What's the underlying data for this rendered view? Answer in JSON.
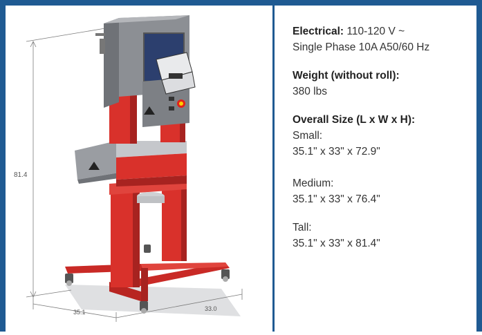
{
  "illustration": {
    "dim_height": "81.4",
    "dim_length": "35.1",
    "dim_width": "33.0"
  },
  "specs": {
    "electrical_label": "Electrical:",
    "electrical_value_1": "110-120 V ~",
    "electrical_value_2": "Single Phase  10A A50/60 Hz",
    "weight_label": "Weight (without roll):",
    "weight_value": "380 lbs",
    "size_label": "Overall Size (L x W x H):",
    "small_label": "Small:",
    "small_value": "35.1\" x 33\" x 72.9\"",
    "medium_label": "Medium:",
    "medium_value": "35.1\" x 33\" x 76.4\"",
    "tall_label": "Tall:",
    "tall_value": "35.1\" x 33\" x 81.4\""
  },
  "colors": {
    "frame_blue": "#1f5a92",
    "machine_red": "#d9312b",
    "housing_gray": "#8c8f94"
  }
}
